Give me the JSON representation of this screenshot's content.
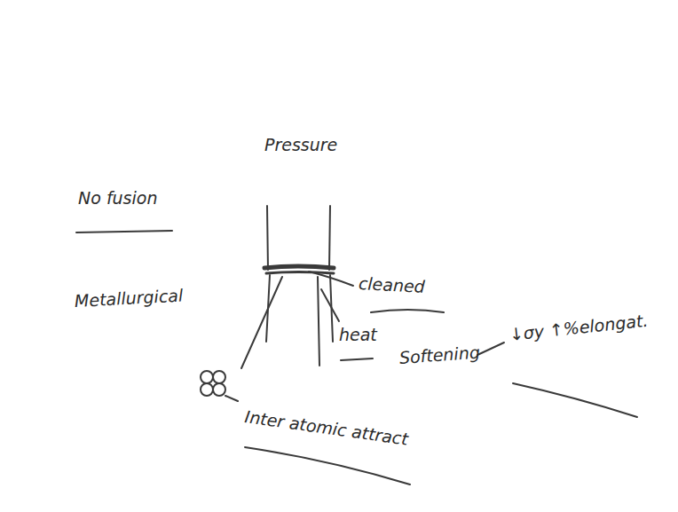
{
  "diagram": {
    "labels": [
      "No fusion",
      "Metallurgical",
      "Pressure",
      "cleaned",
      "heat",
      "Softening",
      "↓σy ↑%elongat.",
      "Inter atomic attract"
    ]
  }
}
